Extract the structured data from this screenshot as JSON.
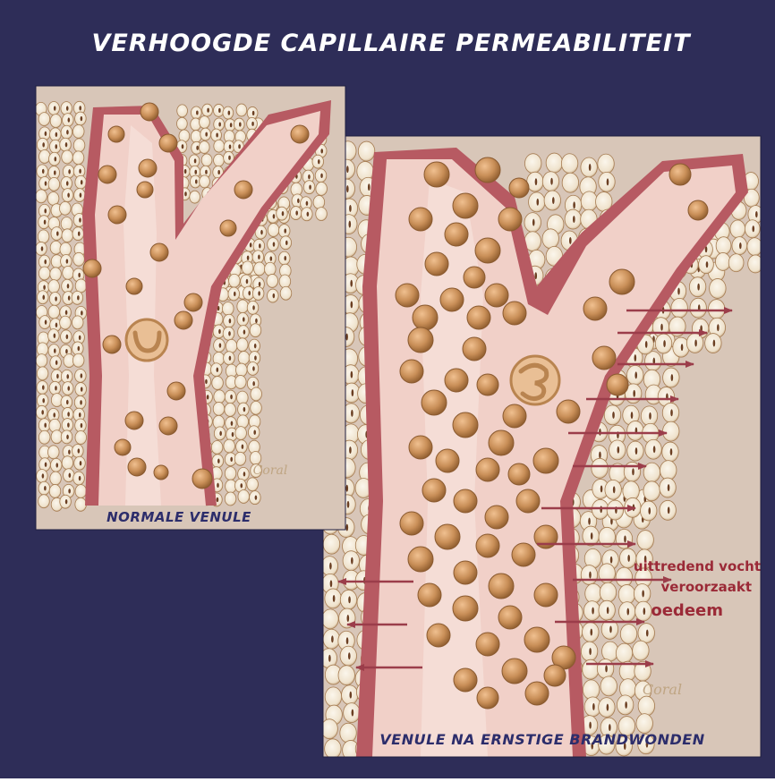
{
  "title": "VERHOOGDE  CAPILLAIRE PERMEABILITEIT",
  "panels": {
    "normal": {
      "caption": "NORMALE VENULE",
      "signature": "Coral"
    },
    "burn": {
      "caption": "VENULE NA ERNSTIGE BRANDWONDEN",
      "signature": "Coral",
      "annotation": {
        "line1": "uittredend vocht",
        "line2": "veroorzaakt",
        "line3": "oedeem"
      }
    }
  },
  "colors": {
    "background": "#2e2d58",
    "panel": "#d8c6b8",
    "vessel": "#f1d0c8",
    "vessel_wall": "#b75a62",
    "cell": "#c98f58",
    "arrow": "#9b3d4a",
    "text_navy": "#2c2d6b",
    "annotation_text": "#9b2a37"
  }
}
